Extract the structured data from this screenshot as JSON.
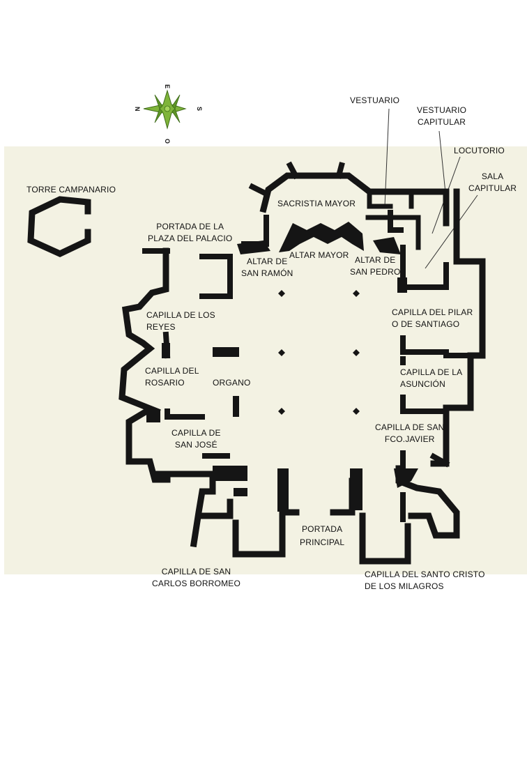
{
  "compass": {
    "north": "N",
    "east": "E",
    "south": "S",
    "west": "O"
  },
  "labels": {
    "torre_campanario": "TORRE CAMPANARIO",
    "vestuario": "VESTUARIO",
    "vestuario_capitular": "VESTUARIO\nCAPITULAR",
    "locutorio": "LOCUTORIO",
    "sala_capitular": "SALA\nCAPITULAR",
    "sacristia_mayor": "SACRISTIA MAYOR",
    "portada_plaza_palacio": "PORTADA DE LA\nPLAZA DEL PALACIO",
    "altar_san_ramon": "ALTAR DE\nSAN RAMÓN",
    "altar_mayor": "ALTAR MAYOR",
    "altar_san_pedro": "ALTAR DE\nSAN PEDRO",
    "capilla_reyes": "CAPILLA DE LOS\nREYES",
    "capilla_pilar": "CAPILLA DEL PILAR\nO DE SANTIAGO",
    "capilla_rosario": "CAPILLA DEL\nROSARIO",
    "organo": "ORGANO",
    "capilla_asuncion": "CAPILLA DE LA\nASUNCIÓN",
    "capilla_san_jose": "CAPILLA DE\nSAN JOSÉ",
    "capilla_san_fco_javier": "CAPILLA DE SAN\nFCO.JAVIER",
    "portada_principal": "PORTADA\nPRINCIPAL",
    "capilla_san_carlos": "CAPILLA DE SAN\nCARLOS BORROMEO",
    "capilla_santo_cristo": "CAPILLA DEL SANTO CRISTO\nDE LOS MILAGROS"
  },
  "colors": {
    "wall": "#151515",
    "paper": "#f3f2e3",
    "compass_star": "#7fb43a"
  }
}
